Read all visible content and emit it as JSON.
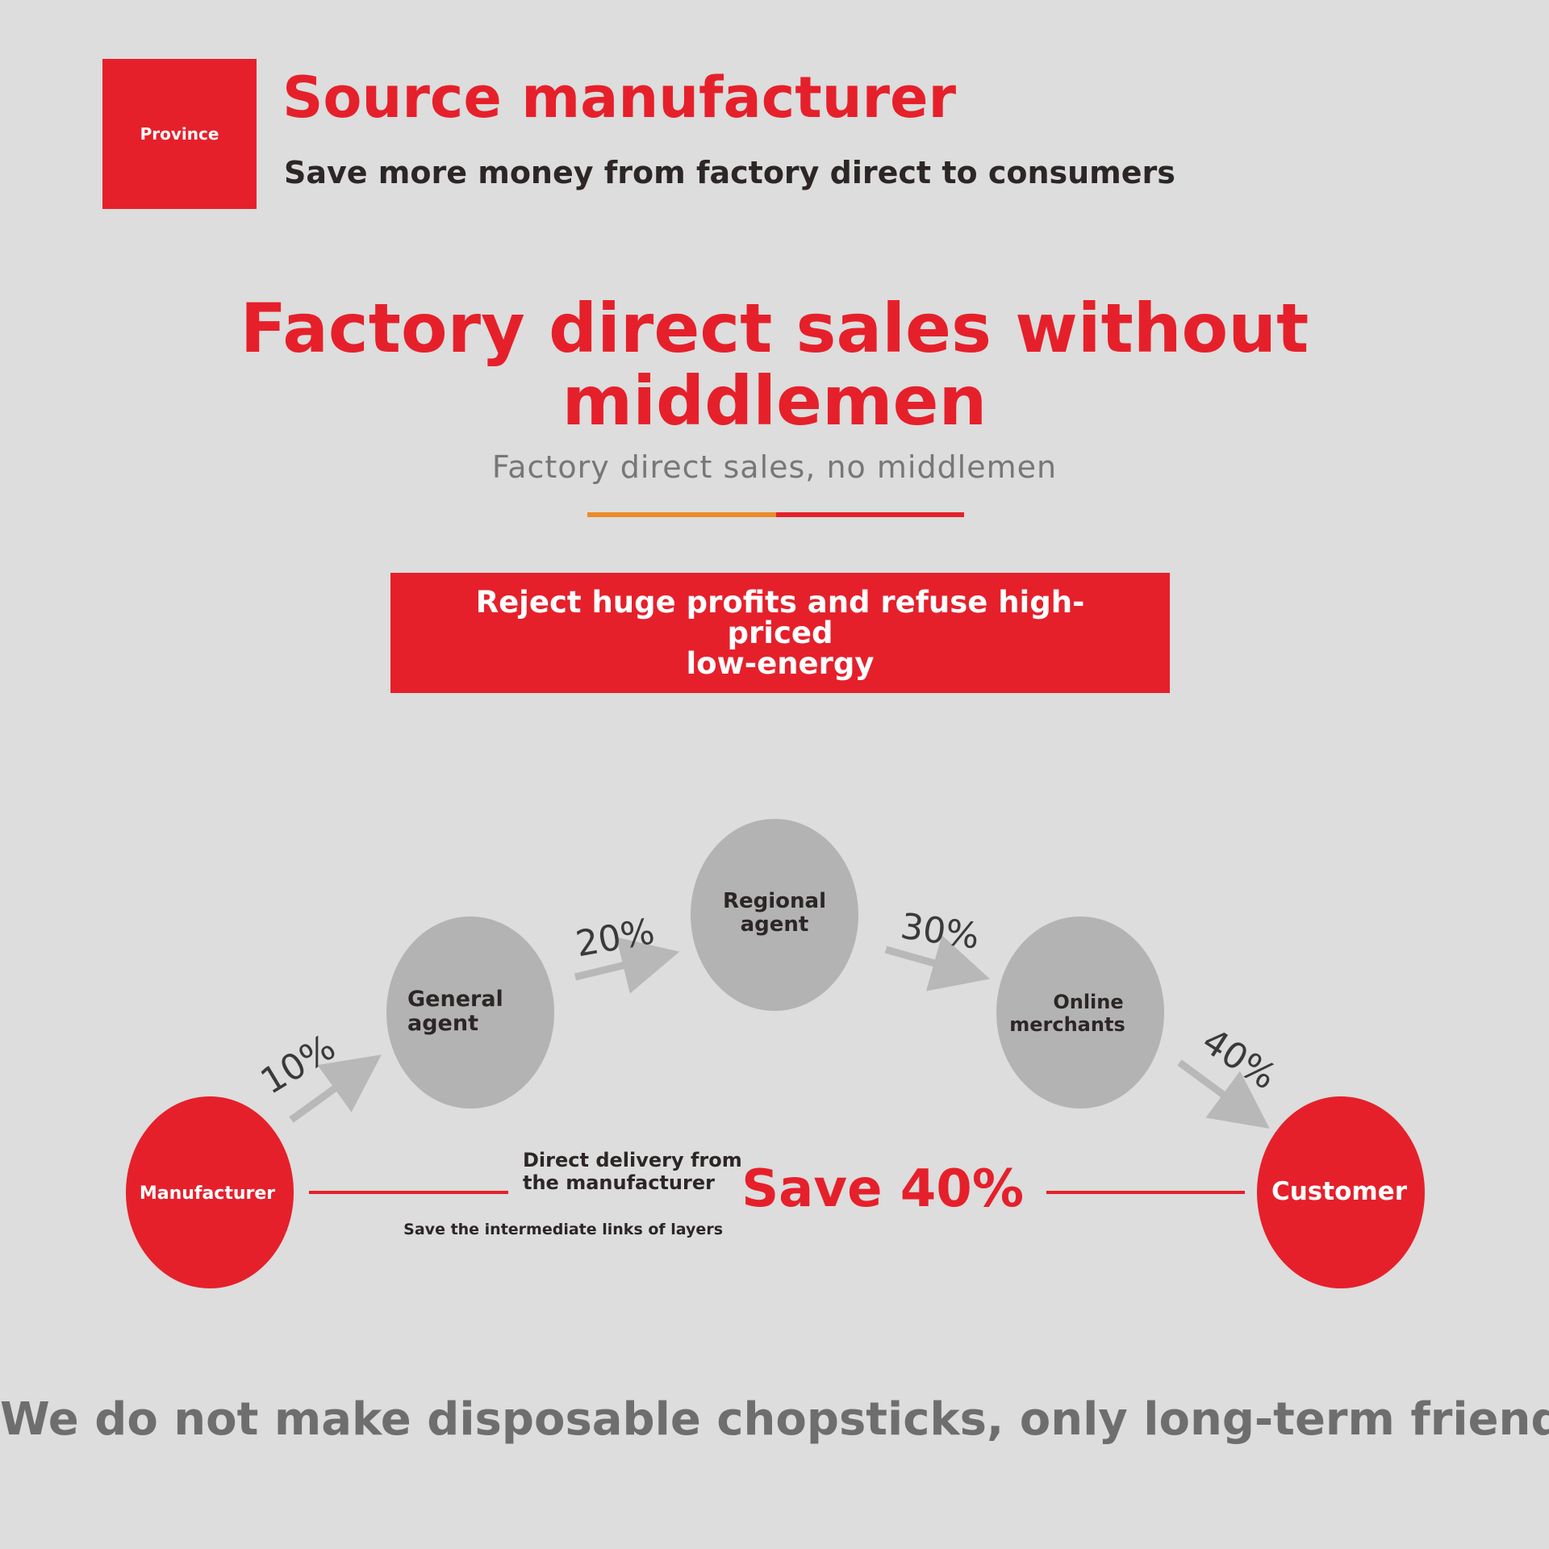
{
  "header": {
    "logo_text": "Province",
    "title": "Source manufacturer",
    "subtitle": "Save more money from factory direct to consumers"
  },
  "headline": {
    "line1": "Factory direct sales without",
    "line2": "middlemen",
    "subtitle": "Factory direct sales, no middlemen"
  },
  "banner": {
    "line1": "Reject huge profits and refuse high-priced",
    "line2": "low-energy"
  },
  "diagram": {
    "manufacturer": "Manufacturer",
    "customer": "Customer",
    "general_agent": [
      "General",
      "agent"
    ],
    "regional_agent": [
      "Regional",
      "agent"
    ],
    "online_merchants": [
      "Online",
      "merchants"
    ],
    "markup_1": "10%",
    "markup_2": "20%",
    "markup_3": "30%",
    "markup_4": "40%",
    "direct_delivery": [
      "Direct delivery from",
      "the manufacturer"
    ],
    "save_links": "Save the intermediate links of layers",
    "save_amount": "Save 40%"
  },
  "footer": {
    "slogan": "We do not make disposable chopsticks, only long-term friends!"
  },
  "colors": {
    "accent_red": "#e5202b",
    "accent_orange": "#ec8a27",
    "node_gray": "#b3b3b3",
    "background": "#dcdddc"
  }
}
